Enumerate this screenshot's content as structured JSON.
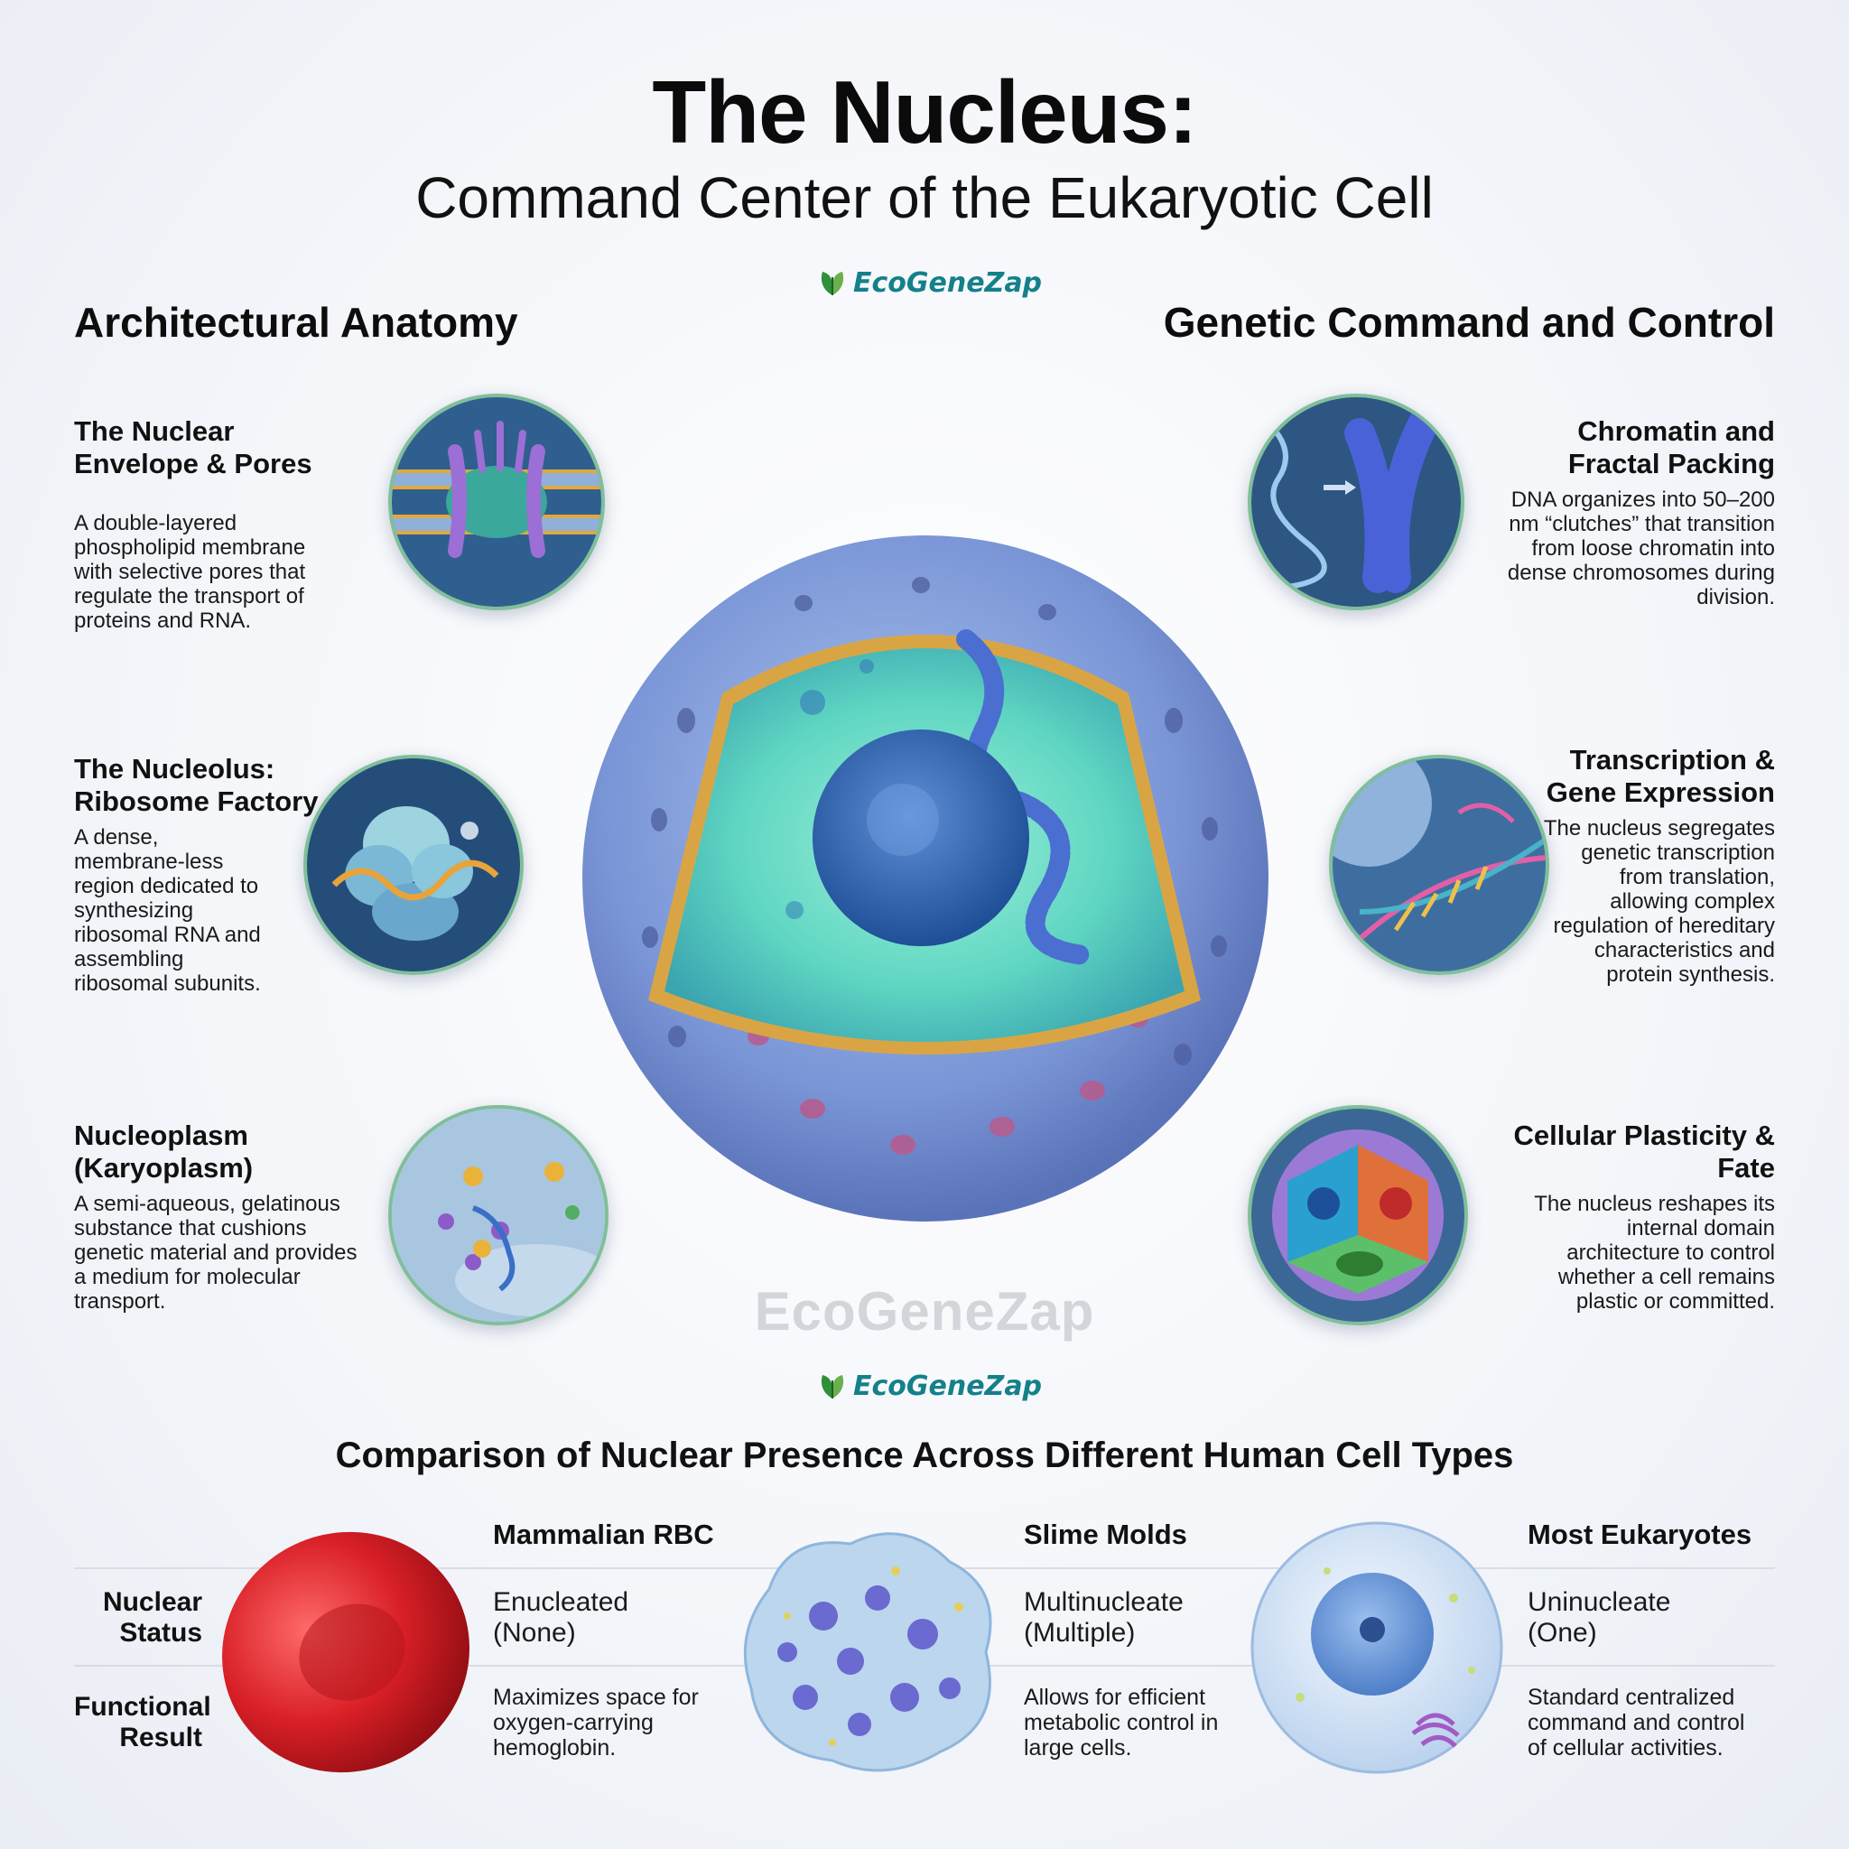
{
  "header": {
    "title": "The Nucleus:",
    "subtitle": "Command Center of the Eukaryotic Cell",
    "logo_text": "EcoGeneZap"
  },
  "left_section": {
    "heading": "Architectural Anatomy",
    "items": [
      {
        "title": "The Nuclear Envelope & Pores",
        "text": "A double-layered phospholipid membrane with selective pores that regulate the transport of proteins and RNA."
      },
      {
        "title": "The Nucleolus: Ribosome Factory",
        "text": "A dense, membrane-less region dedicated to synthesizing ribosomal RNA and assembling ribosomal subunits."
      },
      {
        "title": "Nucleoplasm (Karyoplasm)",
        "text": "A semi-aqueous, gelatinous substance that cushions genetic material and provides a medium for molecular transport."
      }
    ]
  },
  "right_section": {
    "heading": "Genetic Command and Control",
    "items": [
      {
        "title": "Chromatin and Fractal Packing",
        "text": "DNA organizes into 50–200 nm “clutches” that transition from loose chromatin into dense chromosomes during division."
      },
      {
        "title": "Transcription & Gene Expression",
        "text": "The nucleus segregates genetic transcription from translation, allowing complex regulation of hereditary characteristics and protein synthesis."
      },
      {
        "title": "Cellular Plasticity & Fate",
        "text": "The nucleus reshapes its internal domain architecture to control whether a cell remains plastic or committed."
      }
    ]
  },
  "watermark": "EcoGeneZap",
  "comparison": {
    "title": "Comparison of Nuclear Presence Across Different Human Cell Types",
    "row_labels": [
      "Nuclear Status",
      "Functional Result"
    ],
    "columns": [
      {
        "name": "Mammalian RBC",
        "status": "Enucleated (None)",
        "result": "Maximizes space for oxygen-carrying hemoglobin."
      },
      {
        "name": "Slime Molds",
        "status": "Multinucleate (Multiple)",
        "result": "Allows for efficient metabolic control in large cells."
      },
      {
        "name": "Most Eukaryotes",
        "status": "Uninucleate (One)",
        "result": "Standard centralized command and control of cellular activities."
      }
    ]
  },
  "colors": {
    "accent": "#14808a",
    "circle_border": "#7fbf9a",
    "rbc": "#d81f26"
  }
}
